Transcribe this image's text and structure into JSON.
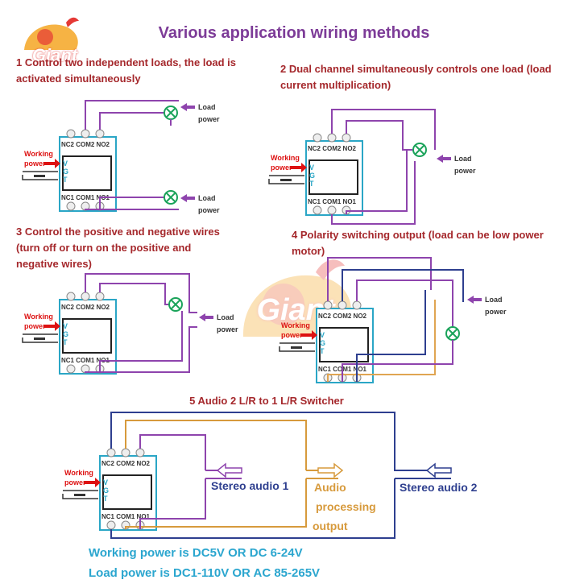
{
  "title": "Various application wiring methods",
  "brand": "Giant",
  "sections": [
    {
      "caption": "1 Control two independent loads, the load is activated simultaneously"
    },
    {
      "caption": "2 Dual channel simultaneously controls one load (load current multiplication)"
    },
    {
      "caption": "3 Control the positive and negative wires (turn off or turn on the positive and negative wires)"
    },
    {
      "caption": "4 Polarity switching output (load can be low power motor)"
    },
    {
      "caption": "5 Audio 2 L/R to 1 L/R Switcher"
    }
  ],
  "module": {
    "working_label": "Working",
    "power_label": "power",
    "pin_v": "V",
    "pin_g": "G",
    "pin_t": "T",
    "top_terminals": "NC2 COM2 NO2",
    "bottom_terminals": "NC1 COM1 NO1"
  },
  "load": {
    "line1": "Load",
    "line2": "power"
  },
  "audio": {
    "stereo_1": "Stereo audio 1",
    "stereo_2": "Stereo audio 2",
    "processing": [
      "Audio",
      "processing",
      "output"
    ]
  },
  "notes": {
    "working_power": "Working power is DC5V OR DC 6-24V",
    "load_power": "Load power is DC1-110V OR AC 85-265V"
  },
  "colors": {
    "title": "#7d3c98",
    "caption": "#a5282c",
    "note": "#2ba6cf",
    "wire_cyan": "#2aa6c6",
    "wire_purple": "#8e44ad",
    "wire_navy": "#2e3f8f",
    "wire_orange": "#e0a552",
    "relay_red": "#d11",
    "lamp_green": "#1aa35a",
    "audio_orange": "#d79a3c"
  }
}
